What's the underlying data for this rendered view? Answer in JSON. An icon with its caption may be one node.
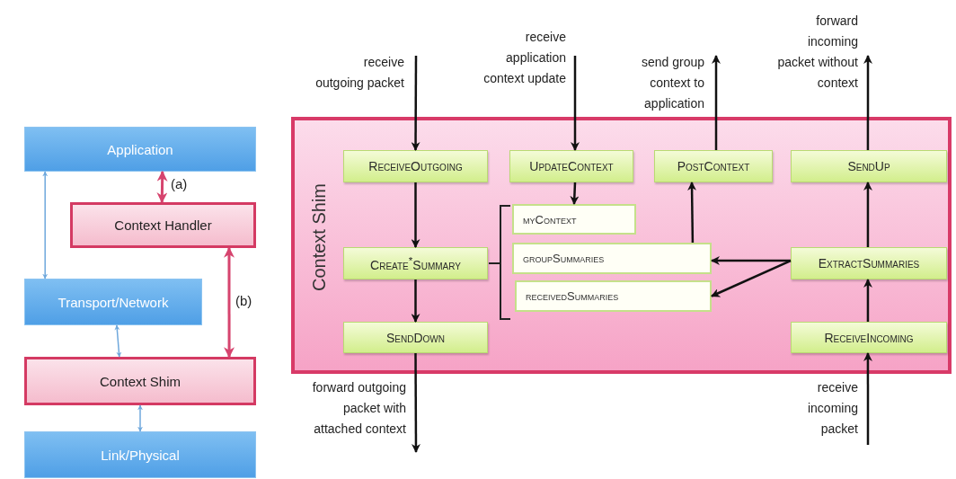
{
  "diagram": {
    "nodes": [
      {
        "text": [
          "Application"
        ]
      },
      {
        "text": [
          "Context Handler"
        ]
      },
      {
        "text": [
          "Transport/Network"
        ]
      },
      {
        "text": [
          "Context Shim"
        ]
      },
      {
        "text": [
          "Link/Physical"
        ]
      },
      {
        "text": [
          "Context Shim"
        ]
      },
      {
        "text": [
          "ReceiveOutgoing"
        ],
        "in": 5
      },
      {
        "text": [
          "UpdateContext"
        ],
        "in": 5
      },
      {
        "text": [
          "PostContext"
        ],
        "in": 5
      },
      {
        "text": [
          "SendUp"
        ],
        "in": 5
      },
      {
        "text": [
          "myContext"
        ],
        "in": 5
      },
      {
        "text": [
          "Create$^{*}$Summary"
        ],
        "in": 5
      },
      {
        "text": [
          "groupSummaries"
        ],
        "in": 5
      },
      {
        "text": [
          "ExtractSummaries"
        ],
        "in": 5
      },
      {
        "text": [
          "receivedSummaries"
        ],
        "in": 5
      },
      {
        "text": [
          "SendDown"
        ],
        "in": 5
      },
      {
        "text": [
          "ReceiveIncoming"
        ],
        "in": 5
      }
    ],
    "edges": [
      {
        "from": 0,
        "to": 1,
        "arrow": "both",
        "label": "(a)",
        "color": "#d6446e"
      },
      {
        "from": 0,
        "to": 2,
        "arrow": "both",
        "color": "#6fa8dc"
      },
      {
        "from": 1,
        "to": 3,
        "arrow": "both",
        "label": "(b)",
        "color": "#d6446e"
      },
      {
        "from": 2,
        "to": 3,
        "arrow": "both",
        "color": "#6fa8dc"
      },
      {
        "from": 3,
        "to": 4,
        "arrow": "both",
        "color": "#6fa8dc"
      },
      {
        "from": null,
        "to": 6,
        "arrow": "to",
        "label": "receive outgoing packet"
      },
      {
        "from": 6,
        "to": 11,
        "arrow": "to"
      },
      {
        "from": 11,
        "to": 15,
        "arrow": "to"
      },
      {
        "from": 15,
        "to": null,
        "arrow": "to",
        "label": "forward outgoing packet with attached context"
      },
      {
        "from": null,
        "to": 7,
        "arrow": "to",
        "label": "receive application context update"
      },
      {
        "from": 7,
        "to": 10,
        "arrow": "to"
      },
      {
        "from": 12,
        "to": 8,
        "arrow": "to"
      },
      {
        "from": 8,
        "to": null,
        "arrow": "to",
        "label": "send group context to application"
      },
      {
        "from": 13,
        "to": 12,
        "arrow": "to"
      },
      {
        "from": 13,
        "to": 14,
        "arrow": "to"
      },
      {
        "from": 16,
        "to": 13,
        "arrow": "to"
      },
      {
        "from": 13,
        "to": 9,
        "arrow": "to"
      },
      {
        "from": 9,
        "to": null,
        "arrow": "to",
        "label": "forward incoming packet without context"
      },
      {
        "from": null,
        "to": 16,
        "arrow": "to",
        "label": "receive incoming packet"
      }
    ]
  }
}
